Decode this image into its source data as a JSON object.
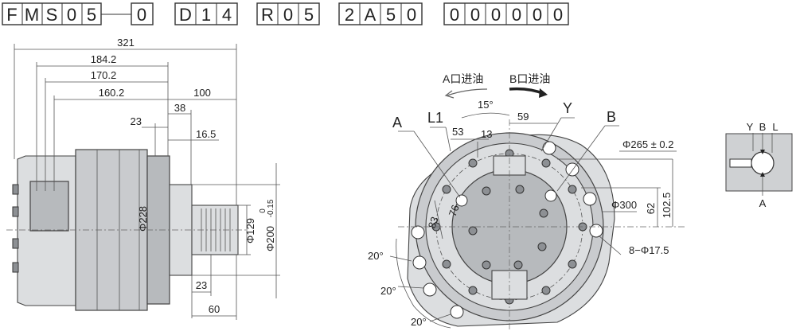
{
  "model_code": {
    "groups": [
      {
        "chars": [
          "F",
          "M",
          "S",
          "0",
          "5"
        ]
      },
      {
        "chars": [
          "0"
        ]
      },
      {
        "chars": [
          "D",
          "1",
          "4"
        ]
      },
      {
        "chars": [
          "R",
          "0",
          "5"
        ]
      },
      {
        "chars": [
          "2",
          "A",
          "5",
          "0"
        ]
      },
      {
        "chars": [
          "0",
          "0",
          "0",
          "0",
          "0",
          "0"
        ]
      }
    ]
  },
  "side_view": {
    "dims": {
      "overall": "321",
      "d1842": "184.2",
      "d1702": "170.2",
      "d1602": "160.2",
      "d100": "100",
      "d38": "38",
      "d23_top": "23",
      "d165": "16.5",
      "body_dia": "Φ228",
      "shaft_dia": "Φ129",
      "pilot_dia": "Φ200",
      "tol_upper": "0",
      "tol_lower": "-0.15",
      "d23_bottom": "23",
      "d60": "60"
    }
  },
  "front_view": {
    "rotation": {
      "a_text": "A口进油",
      "b_text": "B口进油"
    },
    "ports": {
      "a": "A",
      "l1": "L1",
      "y": "Y",
      "b": "B"
    },
    "dims": {
      "angle15": "15°",
      "d59": "59",
      "d53": "53",
      "d13": "13",
      "d76": "76",
      "d83": "83",
      "bolt_circle": "Φ265 ± 0.2",
      "d1025": "102.5",
      "d62": "62",
      "bore": "Φ300",
      "holes": "8−Φ17.5",
      "angle20_a": "20°",
      "angle20_b": "20°",
      "angle20_c": "20°"
    }
  },
  "port_icon": {
    "y": "Y",
    "b": "B",
    "l": "L",
    "a": "A"
  }
}
